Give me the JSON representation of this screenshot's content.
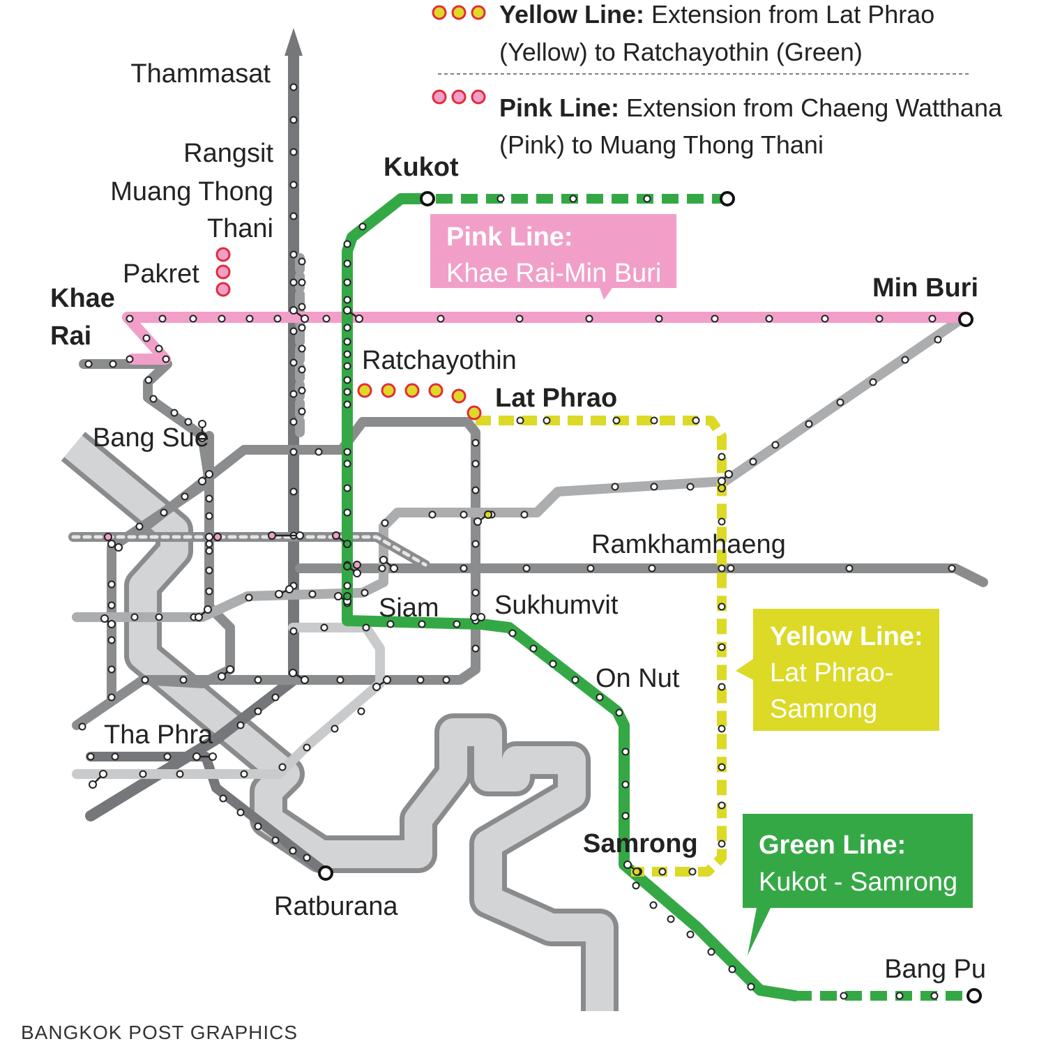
{
  "legend": {
    "yellow_title": "Yellow Line:",
    "yellow_line1": " Extension from Lat Phrao",
    "yellow_line2": "(Yellow) to Ratchayothin (Green)",
    "pink_title": "Pink Line:",
    "pink_line1": " Extension from Chaeng Watthana",
    "pink_line2": "(Pink) to Muang Thong Thani"
  },
  "colors": {
    "pink": "#f19fc9",
    "yellow": "#dcd927",
    "green": "#35a846",
    "gray_dark": "#7b7c7e",
    "gray_light": "#b3b4b6",
    "river": "#cfd0d1"
  },
  "callouts": {
    "pink": {
      "line1": "Pink Line:",
      "line2": "Khae Rai-Min Buri"
    },
    "yellow": {
      "line1": "Yellow Line:",
      "line2": "Lat Phrao-",
      "line3": "Samrong"
    },
    "green": {
      "line1": "Green Line:",
      "line2": "Kukot - Samrong"
    }
  },
  "stations": {
    "thammasat": "Thammasat",
    "rangsit": "Rangsit",
    "muang_thong_1": "Muang Thong",
    "muang_thong_2": "Thani",
    "pakret": "Pakret",
    "khae_rai_1": "Khae",
    "khae_rai_2": "Rai",
    "kukot": "Kukot",
    "min_buri": "Min Buri",
    "ratchayothin": "Ratchayothin",
    "lat_phrao": "Lat Phrao",
    "bang_sue": "Bang Sue",
    "ramkhamhaeng": "Ramkhamhaeng",
    "siam": "Siam",
    "sukhumvit": "Sukhumvit",
    "on_nut": "On Nut",
    "tha_phra": "Tha Phra",
    "samrong": "Samrong",
    "ratburana": "Ratburana",
    "bang_pu": "Bang Pu"
  },
  "credit": "BANGKOK POST GRAPHICS"
}
